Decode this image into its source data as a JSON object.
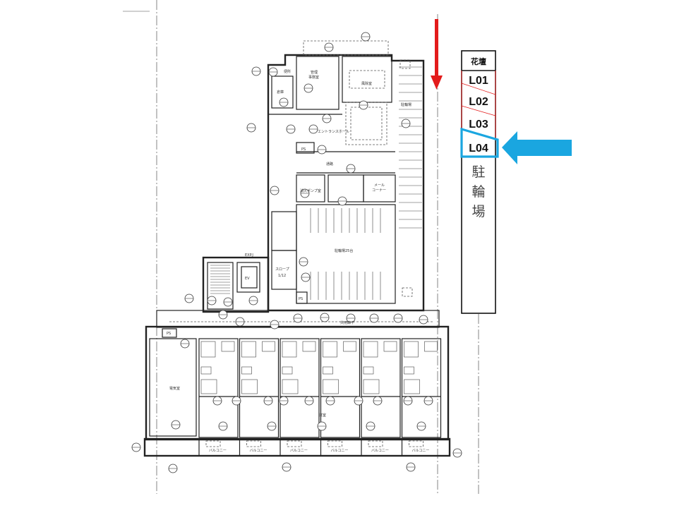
{
  "legend": {
    "header": "花壇",
    "rows": [
      "L01",
      "L02",
      "L03",
      "L04"
    ],
    "highlighted": "L04",
    "bike_parking": [
      "駐",
      "輪",
      "場"
    ]
  },
  "colors": {
    "red_arrow": "#e31b1b",
    "blue_highlight": "#1aa6e0",
    "outline": "#111111"
  },
  "plan": {
    "entrance_hall": "エントランスホール",
    "bike_room": "駐輪場25台",
    "pump_room": "消火ポンプ室",
    "mail_corner": "メール\nコーナー",
    "mail_corner_1": "メール",
    "mail_corner_2": "コーナー",
    "corridor_upper": "通路",
    "ps": "PS",
    "ev": "EV",
    "slope": "スロープ",
    "slope_ratio": "1/12",
    "expj": "EXP.J",
    "corridor": "共用廊下",
    "electric_room": "電気室",
    "western_room": "洋室",
    "balcony": "バルコニー",
    "management": "管理\n事務室",
    "management_1": "管理",
    "management_2": "事務室",
    "storage": "倉庫",
    "toilet": "便所",
    "windbreak": "風除室",
    "bike_small": "駐輪場"
  }
}
